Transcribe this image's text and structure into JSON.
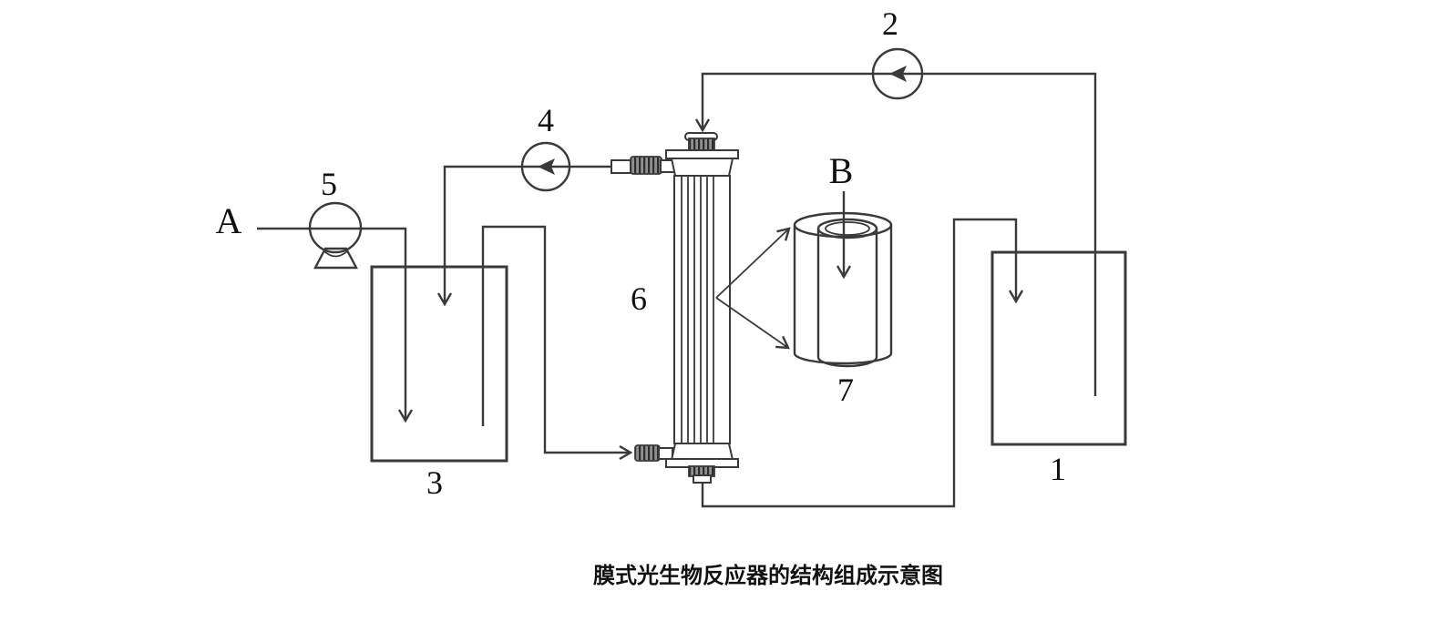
{
  "caption": "膜式光生物反应器的结构组成示意图",
  "labels": {
    "tank1": "1",
    "pump2": "2",
    "tank3": "3",
    "pump4": "4",
    "pump5": "5",
    "module6": "6",
    "cylinder7": "7",
    "inlet_a": "A",
    "point_b": "B"
  },
  "colors": {
    "line": "#3a3a3a",
    "text": "#111111",
    "background": "#ffffff"
  }
}
